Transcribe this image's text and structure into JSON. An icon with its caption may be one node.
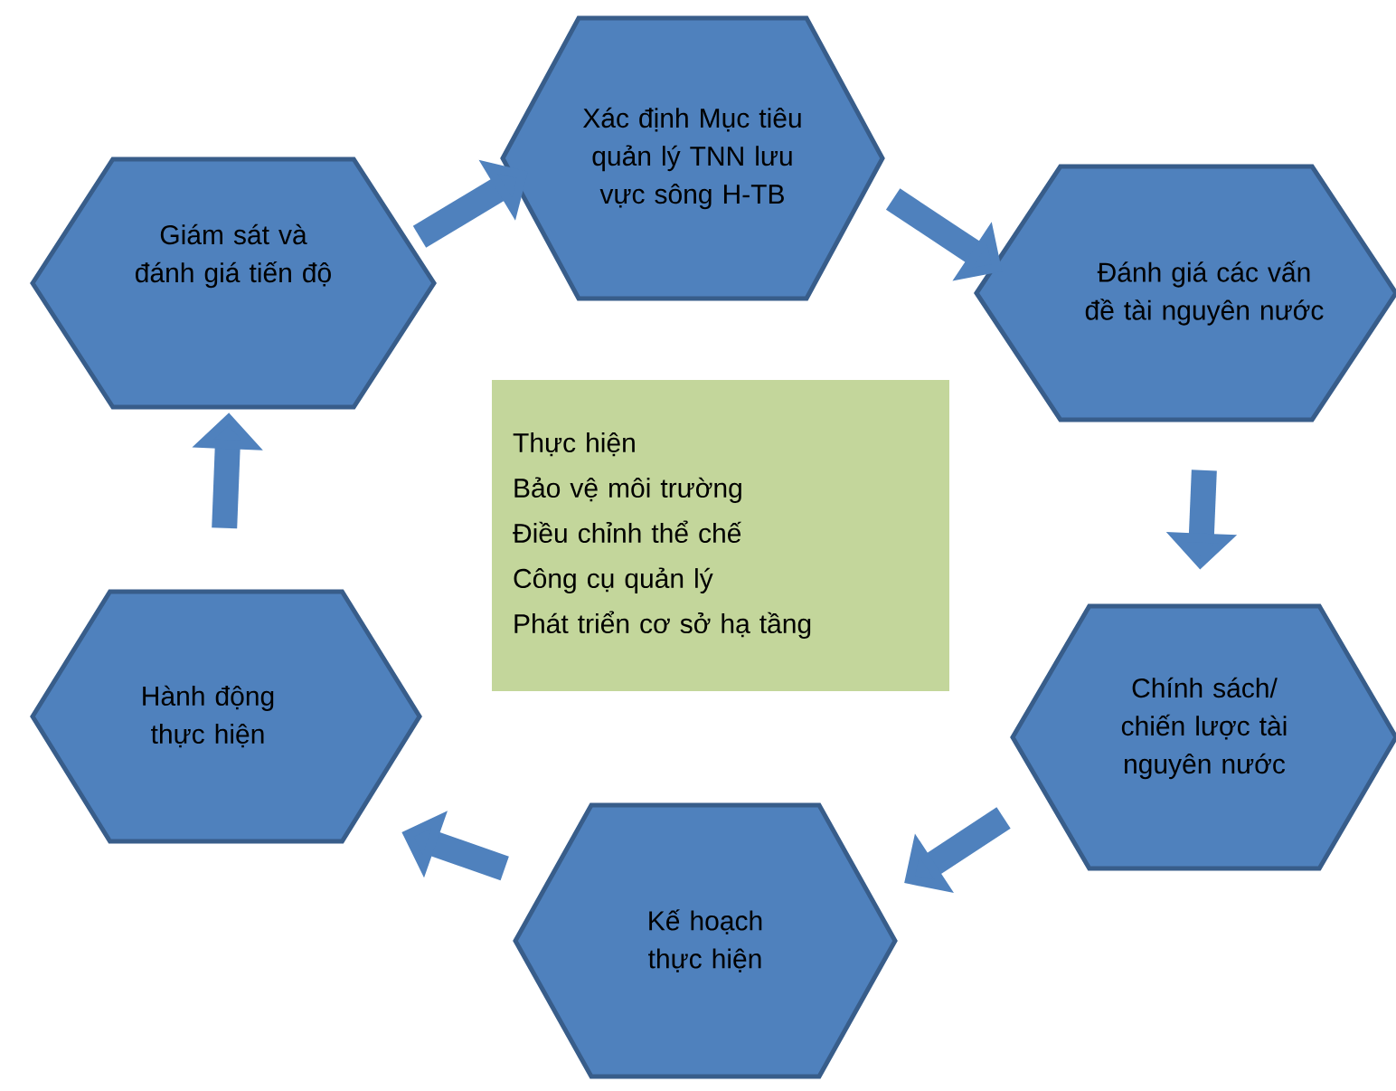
{
  "diagram": {
    "nodes": [
      {
        "text": [
          "Xác định Mục tiêu quản lý TNN lưu vực sông H-TB"
        ]
      },
      {
        "text": [
          "Đánh giá các vấn đề tài nguyên nước"
        ]
      },
      {
        "text": [
          "Chính sách/ chiến lược tài nguyên nước"
        ]
      },
      {
        "text": [
          "Kế hoạch thực hiện"
        ]
      },
      {
        "text": [
          "Hành động thực hiện"
        ]
      },
      {
        "text": [
          "Giám sát và đánh giá tiến độ"
        ]
      },
      {
        "text": [
          "Thực hiện",
          "Bảo vệ môi trường",
          "Điều chỉnh thể chế",
          "Công cụ quản lý",
          "Phát triển cơ sở hạ tầng"
        ]
      }
    ],
    "edges": [
      {
        "from": 0,
        "to": 1,
        "arrow": "to"
      },
      {
        "from": 1,
        "to": 2,
        "arrow": "to"
      },
      {
        "from": 2,
        "to": 3,
        "arrow": "to"
      },
      {
        "from": 3,
        "to": 4,
        "arrow": "to"
      },
      {
        "from": 4,
        "to": 5,
        "arrow": "to"
      },
      {
        "from": 5,
        "to": 0,
        "arrow": "to"
      }
    ]
  }
}
